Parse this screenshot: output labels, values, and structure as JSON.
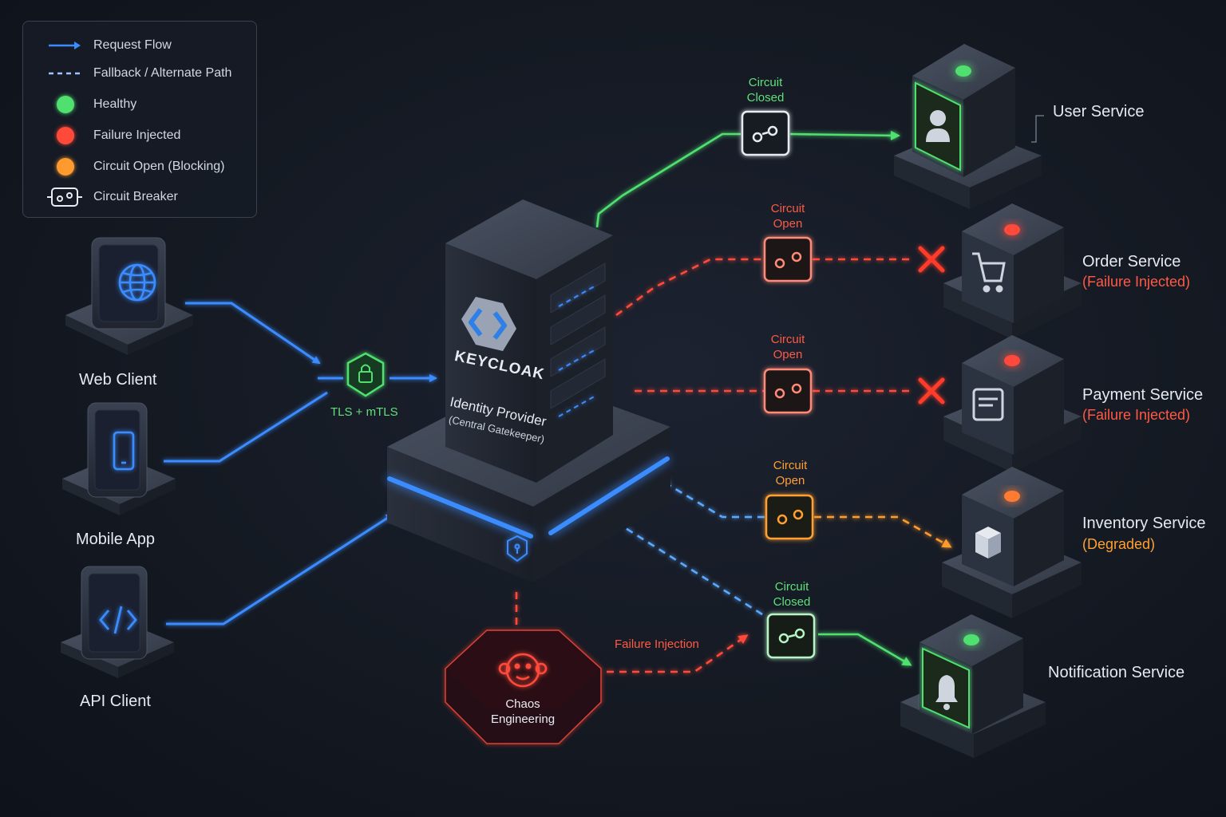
{
  "legend": {
    "request_flow": "Request Flow",
    "fallback_path": "Fallback / Alternate Path",
    "healthy": "Healthy",
    "failure_injected": "Failure Injected",
    "circuit_open": "Circuit Open (Blocking)",
    "circuit_breaker": "Circuit Breaker"
  },
  "clients": {
    "web": "Web Client",
    "mobile": "Mobile App",
    "api": "API Client"
  },
  "tls_label": "TLS + mTLS",
  "idp": {
    "logo": "KEYCLOAK",
    "title": "Identity Provider",
    "subtitle": "(Central Gatekeeper)"
  },
  "chaos": {
    "line1": "Chaos",
    "line2": "Engineering",
    "injection_label": "Failure Injection"
  },
  "breakers": {
    "user": {
      "line1": "Circuit",
      "line2": "Closed"
    },
    "order": {
      "line1": "Circuit",
      "line2": "Open"
    },
    "payment": {
      "line1": "Circuit",
      "line2": "Open"
    },
    "inventory": {
      "line1": "Circuit",
      "line2": "Open"
    },
    "notification": {
      "line1": "Circuit",
      "line2": "Closed"
    }
  },
  "services": {
    "user": {
      "name": "User Service",
      "status": ""
    },
    "order": {
      "name": "Order Service",
      "status": "(Failure Injected)"
    },
    "payment": {
      "name": "Payment Service",
      "status": "(Failure Injected)"
    },
    "inventory": {
      "name": "Inventory Service",
      "status": "(Degraded)"
    },
    "notification": {
      "name": "Notification Service",
      "status": ""
    }
  },
  "colors": {
    "request": "#3b8cff",
    "healthy": "#4fe070",
    "failure": "#ff4a3a",
    "open": "#ff9a2e",
    "background": "#141922"
  }
}
